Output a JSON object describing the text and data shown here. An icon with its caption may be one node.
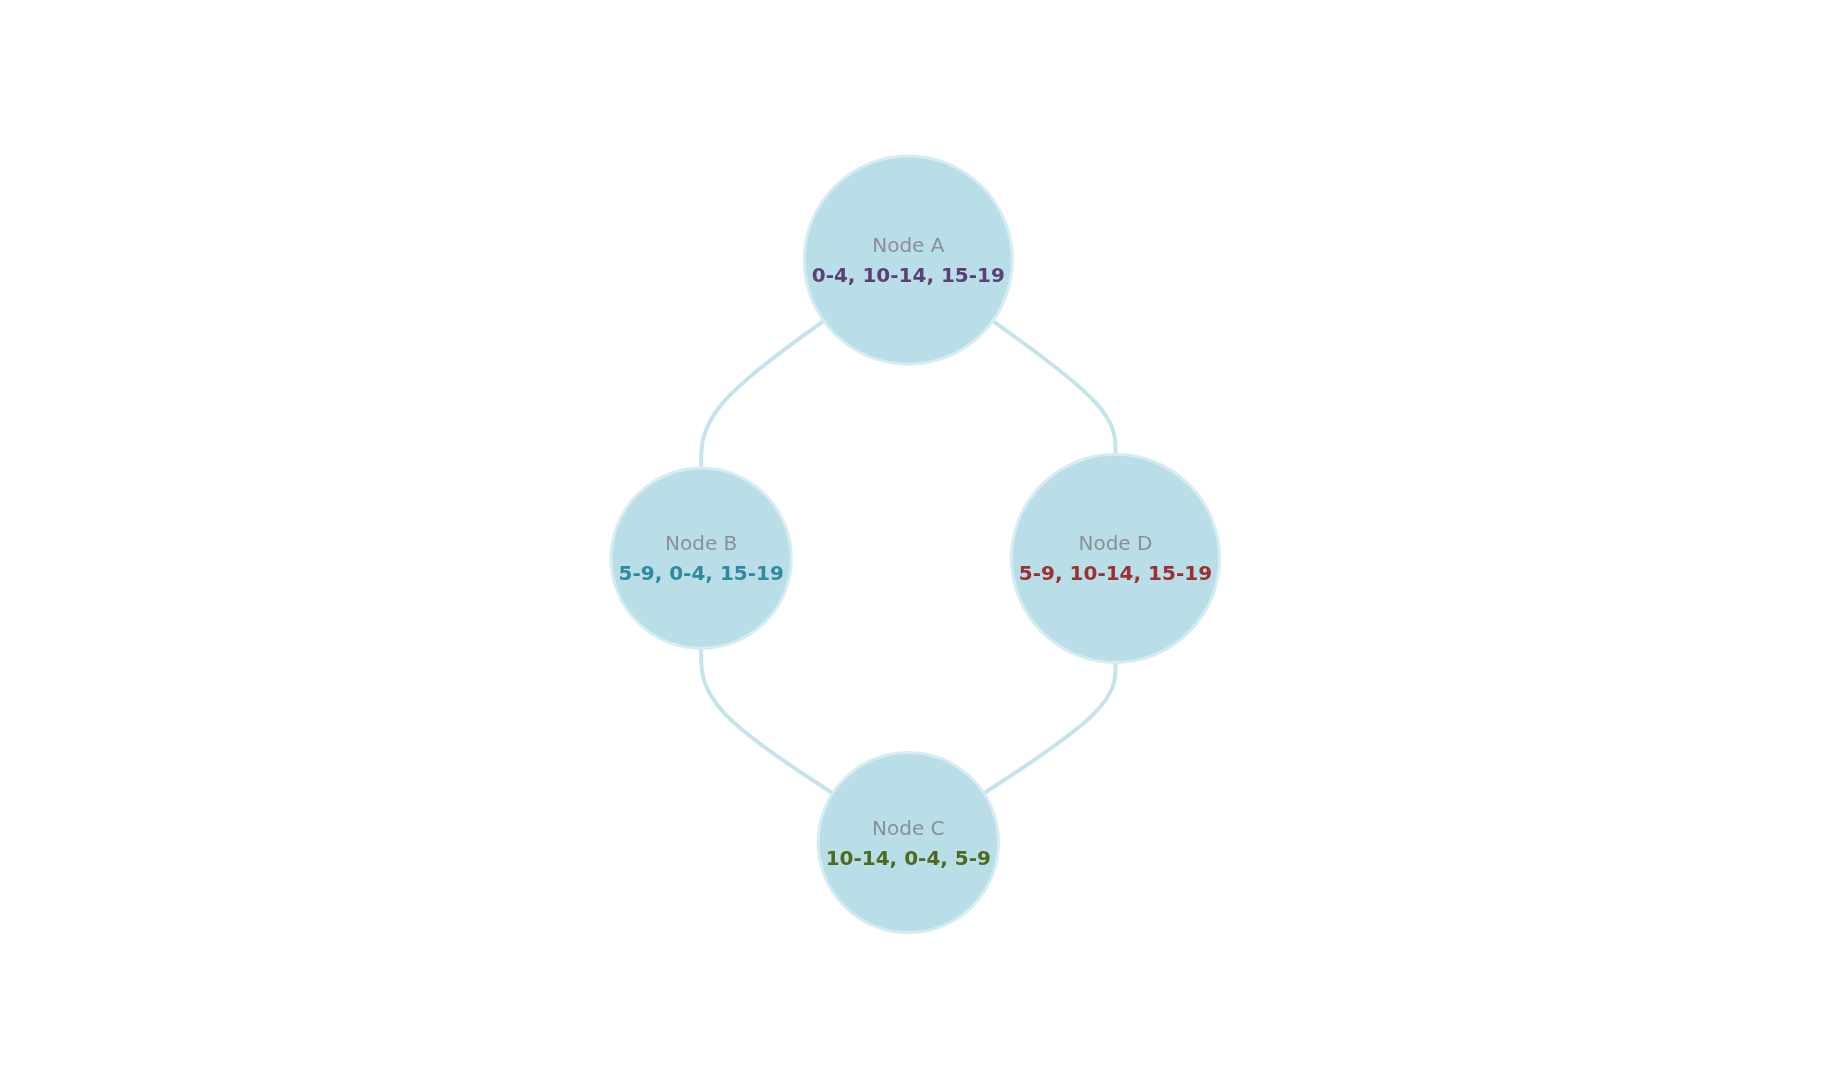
{
  "diagram": {
    "nodes": [
      {
        "text": [
          "Node A",
          "0-4, 10-14, 15-19"
        ]
      },
      {
        "text": [
          "Node B",
          "5-9, 0-4, 15-19"
        ]
      },
      {
        "text": [
          "Node C",
          "10-14, 0-4, 5-9"
        ]
      },
      {
        "text": [
          "Node D",
          "5-9, 10-14, 15-19"
        ]
      }
    ],
    "edges": [
      {
        "from": 0,
        "to": 3,
        "arrow": "none"
      },
      {
        "from": 0,
        "to": 1,
        "arrow": "none"
      },
      {
        "from": 1,
        "to": 2,
        "arrow": "none"
      },
      {
        "from": 3,
        "to": 2,
        "arrow": "none"
      }
    ]
  }
}
